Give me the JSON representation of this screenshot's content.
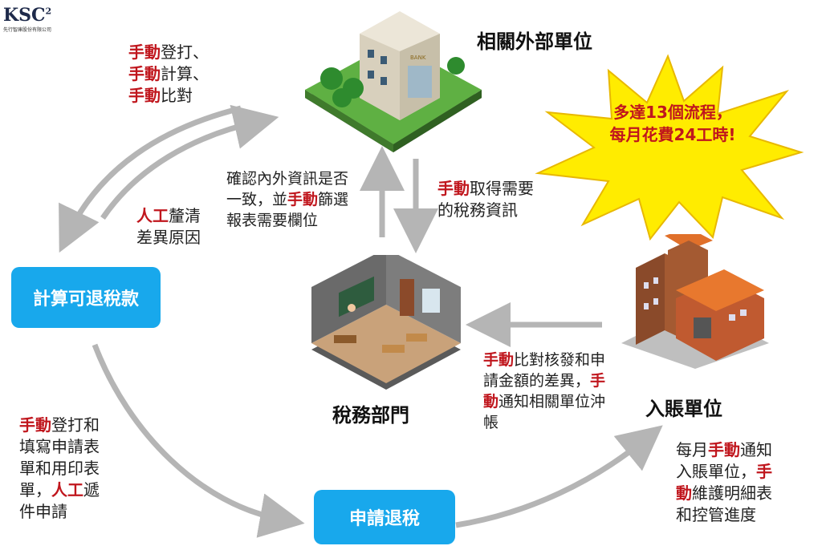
{
  "logo": {
    "name": "KSC",
    "superscript": "2",
    "subtitle": "先行智庫股份有限公司"
  },
  "nodes": {
    "external": "相關外部單位",
    "tax_dept": "稅務部門",
    "posting": "入賬單位",
    "calc_refund": "計算可退稅款",
    "apply_refund": "申請退稅"
  },
  "building_sign": "BANK",
  "burst": {
    "line1": "多達13個流程，",
    "line2": "每月花費24工時!"
  },
  "notes": {
    "top_left": [
      {
        "red": "手動",
        "rest": "登打、"
      },
      {
        "red": "手動",
        "rest": "計算、"
      },
      {
        "red": "手動",
        "rest": "比對"
      }
    ],
    "clarify": {
      "red": "人工",
      "rest1": "釐清",
      "line2": "差異原因"
    },
    "confirm": {
      "line1": "確認內外資訊是否",
      "line2a": "一致，並",
      "line2red": "手動",
      "line2b": "篩選",
      "line3": "報表需要欄位"
    },
    "obtain": {
      "red": "手動",
      "rest1": "取得需要",
      "line2": "的稅務資訊"
    },
    "compare": {
      "red1": "手動",
      "rest1": "比對核發和申",
      "line2a": "請金額的差異，",
      "red2a": "手",
      "red2b": "動",
      "line3rest": "通知相關單位沖",
      "line4": "帳"
    },
    "fill": {
      "red1": "手動",
      "rest1": "登打和",
      "line2": "填寫申請表",
      "line3": "單和用印表",
      "line4a": "單，",
      "red2": "人工",
      "line4b": "遞",
      "line5": "件申請"
    },
    "monthly": {
      "line1a": "每月",
      "red1": "手動",
      "line1b": "通知",
      "line2a": "入賬單位，",
      "red2a": "手",
      "red2b": "動",
      "line3rest": "維護明細表",
      "line4": "和控管進度"
    }
  },
  "colors": {
    "accent_box": "#18a8ec",
    "emphasis_red": "#c0161d",
    "arrow_gray": "#b5b5b5",
    "burst_yellow": "#ffec00"
  }
}
